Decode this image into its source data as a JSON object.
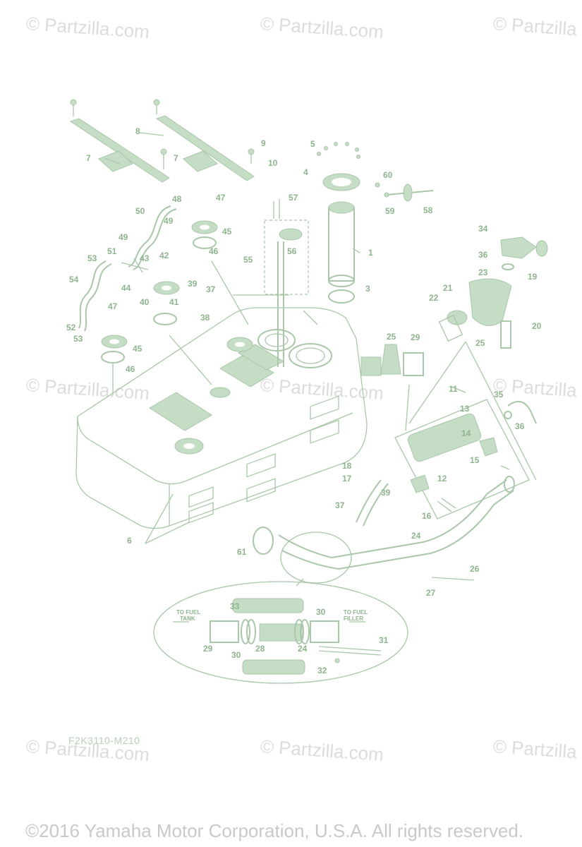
{
  "watermarks": [
    "© Partzilla.com",
    "© Partzilla.com",
    "© Partzilla",
    "© Partzilla.com",
    "© Partzilla.com",
    "© Partzilla",
    "© Partzilla.com",
    "© Partzilla.com",
    "© Partzilla"
  ],
  "diagram_code": "F2K3110-M210",
  "copyright": "©2016  Yamaha Motor Corporation, U.S.A. All rights reserved.",
  "inset_notes": {
    "to_fuel_tank": [
      "TO FUEL",
      "TANK"
    ],
    "to_fuel_filler": [
      "TO FUEL",
      "FILLER"
    ]
  },
  "callouts": {
    "c1": "1",
    "c3": "3",
    "c4": "4",
    "c5": "5",
    "c6": "6",
    "c7a": "7",
    "c7b": "7",
    "c8": "8",
    "c9": "9",
    "c10": "10",
    "c11": "11",
    "c12": "12",
    "c13": "13",
    "c14": "14",
    "c15": "15",
    "c16": "16",
    "c17": "17",
    "c18": "18",
    "c19": "19",
    "c20": "20",
    "c21": "21",
    "c22": "22",
    "c23": "23",
    "c24": "24",
    "c24b": "24",
    "c25a": "25",
    "c25b": "25",
    "c26": "26",
    "c27": "27",
    "c28": "28",
    "c29a": "29",
    "c29b": "29",
    "c30a": "30",
    "c30b": "30",
    "c31": "31",
    "c32": "32",
    "c33": "33",
    "c34": "34",
    "c35": "35",
    "c36a": "36",
    "c36b": "36",
    "c37a": "37",
    "c37b": "37",
    "c38": "38",
    "c39a": "39",
    "c39b": "39",
    "c40": "40",
    "c41": "41",
    "c42": "42",
    "c43": "43",
    "c44": "44",
    "c45a": "45",
    "c45b": "45",
    "c46a": "46",
    "c46b": "46",
    "c47a": "47",
    "c47b": "47",
    "c48": "48",
    "c49a": "49",
    "c49b": "49",
    "c50": "50",
    "c51": "51",
    "c52": "52",
    "c53a": "53",
    "c53b": "53",
    "c54": "54",
    "c55": "55",
    "c56": "56",
    "c57": "57",
    "c58": "58",
    "c59": "59",
    "c60": "60",
    "c61": "61"
  }
}
